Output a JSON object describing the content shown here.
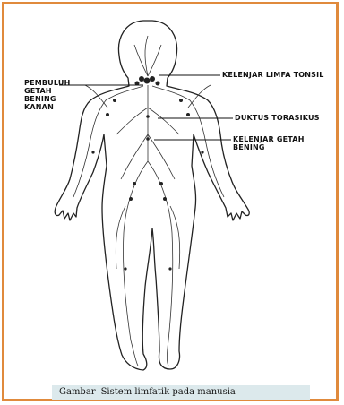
{
  "labels": {
    "pembuluh": [
      "PEMBULUH",
      "GETAH",
      "BENING",
      "KANAN"
    ],
    "tonsil": "KELENJAR LIMFA TONSIL",
    "duktus": "DUKTUS TORASIKUS",
    "kelenjar_getah": [
      "KELENJAR GETAH",
      "BENING"
    ]
  },
  "caption": {
    "prefix": "Gambar",
    "text": "Sistem limfatik pada manusia"
  },
  "colors": {
    "frame": "#e08a3c",
    "caption_bg": "#dce9ec"
  }
}
